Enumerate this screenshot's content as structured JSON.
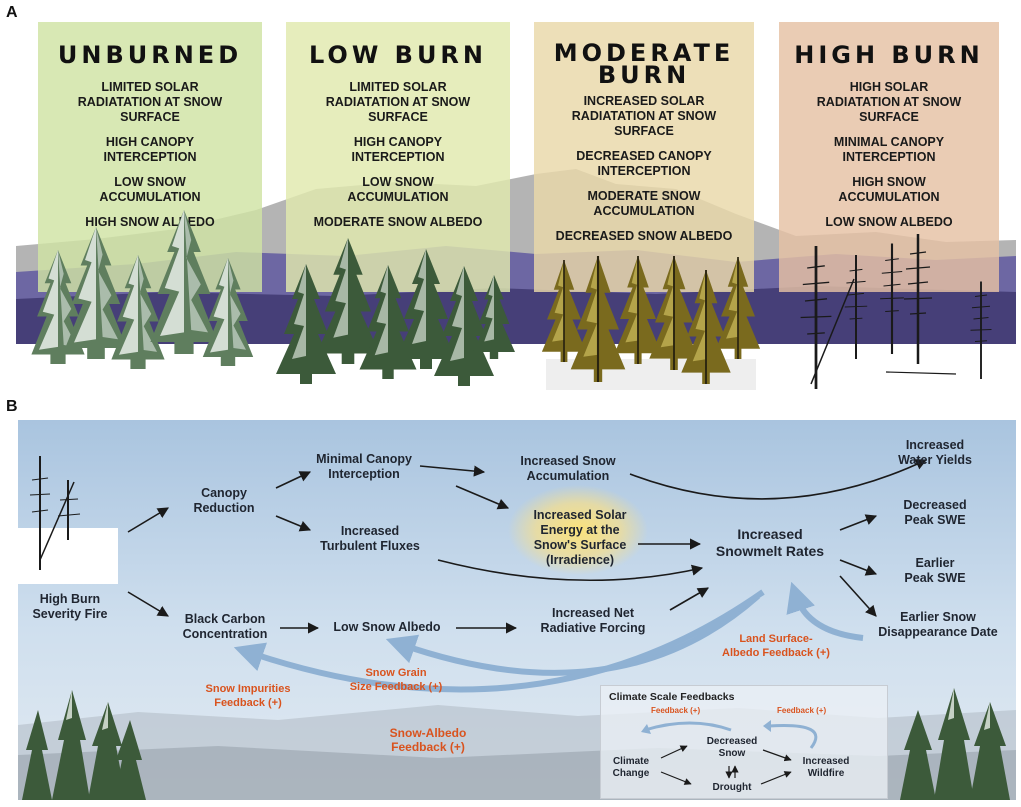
{
  "panel_a": {
    "letter": "A",
    "categories": [
      {
        "title": "UNBURNED",
        "color": "#cfe3a3",
        "lines": [
          "LIMITED SOLAR\nRADIATATION AT SNOW\nSURFACE",
          "HIGH CANOPY\nINTERCEPTION",
          "LOW SNOW\nACCUMULATION",
          "HIGH SNOW ALBEDO"
        ]
      },
      {
        "title": "LOW BURN",
        "color": "#e1e9ad",
        "lines": [
          "LIMITED SOLAR\nRADIATATION AT SNOW\nSURFACE",
          "HIGH CANOPY\nINTERCEPTION",
          "LOW SNOW\nACCUMULATION",
          "MODERATE SNOW ALBEDO"
        ]
      },
      {
        "title": "MODERATE\nBURN",
        "color": "#e9d8a8",
        "lines": [
          "INCREASED SOLAR\nRADIATATION AT SNOW\nSURFACE",
          "DECREASED CANOPY\nINTERCEPTION",
          "MODERATE SNOW\nACCUMULATION",
          "DECREASED SNOW ALBEDO"
        ]
      },
      {
        "title": "HIGH BURN",
        "color": "#e5c1a3",
        "lines": [
          "HIGH SOLAR\nRADIATATION AT SNOW\nSURFACE",
          "MINIMAL CANOPY\nINTERCEPTION",
          "HIGH SNOW\nACCUMULATION",
          "LOW SNOW ALBEDO"
        ]
      }
    ]
  },
  "panel_b": {
    "letter": "B",
    "nodes": {
      "high_burn": "High Burn\nSeverity Fire",
      "canopy_reduction": "Canopy\nReduction",
      "black_carbon": "Black Carbon\nConcentration",
      "minimal_canopy": "Minimal Canopy\nInterception",
      "turbulent": "Increased\nTurbulent Fluxes",
      "low_albedo": "Low Snow Albedo",
      "snow_accum": "Increased Snow\nAccumulation",
      "solar_energy": "Increased Solar\nEnergy at the\nSnow's Surface\n(Irradience)",
      "net_radiative": "Increased Net\nRadiative Forcing",
      "snowmelt": "Increased\nSnowmelt Rates",
      "water_yields": "Increased\nWater Yields",
      "decreased_peak": "Decreased\nPeak SWE",
      "earlier_peak": "Earlier\nPeak SWE",
      "earlier_disappearance": "Earlier Snow\nDisappearance Date"
    },
    "feedbacks": {
      "land_surface": "Land Surface-\nAlbedo Feedback (+)",
      "grain_size": "Snow Grain\nSize Feedback (+)",
      "impurities": "Snow Impurities\nFeedback (+)",
      "snow_albedo": "Snow-Albedo\nFeedback (+)"
    },
    "climate_box": {
      "title": "Climate Scale Feedbacks",
      "feedback_left": "Feedback (+)",
      "feedback_right": "Feedback (+)",
      "climate_change": "Climate\nChange",
      "decreased_snow": "Decreased\nSnow",
      "increased_wildfire": "Increased\nWildfire",
      "drought": "Drought"
    }
  },
  "colors": {
    "node_text": "#1f2530",
    "feedback_text": "#d9531e",
    "feedback_arrow": "#8fb1d3",
    "mountain_purple": "#5a5490",
    "mountain_dark": "#3f3b6e"
  }
}
